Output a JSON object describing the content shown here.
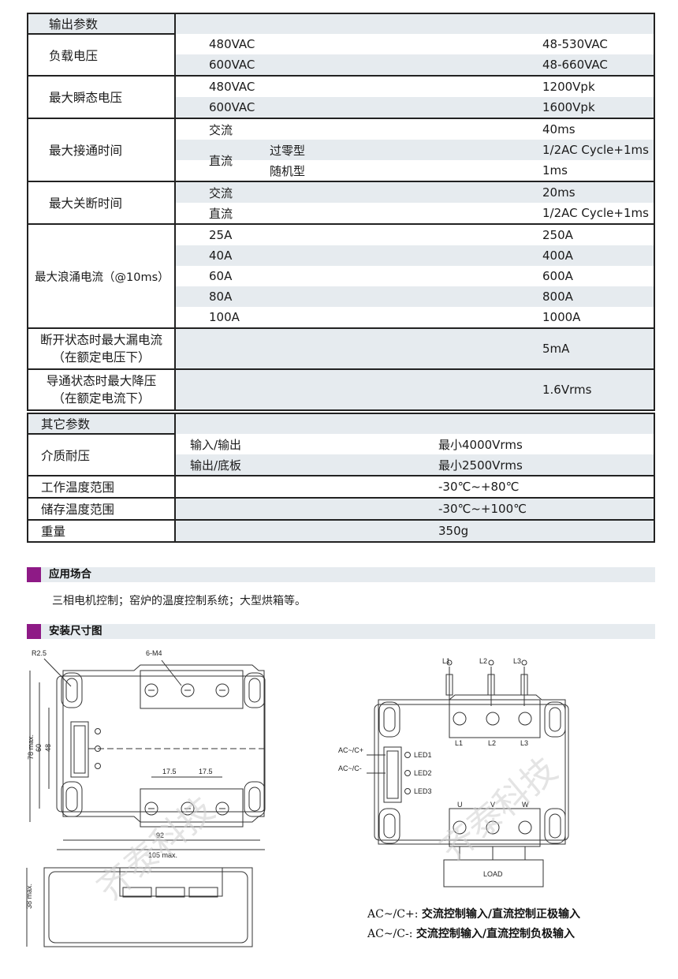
{
  "output_params": {
    "header": "输出参数",
    "load_voltage": {
      "label": "负载电压",
      "rows": [
        {
          "item": "480VAC",
          "value": "48-530VAC"
        },
        {
          "item": "600VAC",
          "value": "48-660VAC"
        }
      ]
    },
    "max_transient_voltage": {
      "label": "最大瞬态电压",
      "rows": [
        {
          "item": "480VAC",
          "value": "1200Vpk"
        },
        {
          "item": "600VAC",
          "value": "1600Vpk"
        }
      ]
    },
    "max_turn_on_time": {
      "label": "最大接通时间",
      "ac": "交流",
      "ac_value": "40ms",
      "dc": "直流",
      "zero_cross": "过零型",
      "zero_cross_value": "1/2AC Cycle+1ms",
      "random": "随机型",
      "random_value": "1ms"
    },
    "max_turn_off_time": {
      "label": "最大关断时间",
      "rows": [
        {
          "item": "交流",
          "value": "20ms"
        },
        {
          "item": "直流",
          "value": "1/2AC Cycle+1ms"
        }
      ]
    },
    "max_surge_current": {
      "label": "最大浪涌电流（@10ms）",
      "rows": [
        {
          "item": "25A",
          "value": "250A"
        },
        {
          "item": "40A",
          "value": "400A"
        },
        {
          "item": "60A",
          "value": "600A"
        },
        {
          "item": "80A",
          "value": "800A"
        },
        {
          "item": "100A",
          "value": "1000A"
        }
      ]
    },
    "off_leakage": {
      "label1": "断开状态时最大漏电流",
      "label2": "（在额定电压下）",
      "value": "5mA"
    },
    "on_drop": {
      "label1": "导通状态时最大降压",
      "label2": "（在额定电流下）",
      "value": "1.6Vrms"
    }
  },
  "other_params": {
    "header": "其它参数",
    "dielectric": {
      "label": "介质耐压",
      "rows": [
        {
          "item": "输入/输出",
          "value": "最小4000Vrms"
        },
        {
          "item": "输出/底板",
          "value": "最小2500Vrms"
        }
      ]
    },
    "operating_temp": {
      "label": "工作温度范围",
      "value": "-30℃~+80℃"
    },
    "storage_temp": {
      "label": "储存温度范围",
      "value": "-30℃~+100℃"
    },
    "weight": {
      "label": "重量",
      "value": "350g"
    }
  },
  "application": {
    "title": "应用场合",
    "text": "三相电机控制；窑炉的温度控制系统；大型烘箱等。"
  },
  "dimensions": {
    "title": "安装尺寸图",
    "labels": {
      "r25": "R2.5",
      "m4": "6-M4",
      "d78": "78 max.",
      "d60": "60",
      "d48": "48",
      "d175a": "17.5",
      "d175b": "17.5",
      "d92": "92",
      "d105": "105 max.",
      "d38": "38 max."
    },
    "watermark": "齐泰科技"
  },
  "wiring": {
    "l1": "L1",
    "l2": "L2",
    "l3": "L3",
    "l1b": "L1",
    "l2b": "L2",
    "l3b": "L3",
    "u": "U",
    "v": "V",
    "w": "W",
    "led1": "LED1",
    "led2": "LED2",
    "led3": "LED3",
    "acplus": "AC~/C+",
    "acminus": "AC~/C-",
    "load": "LOAD",
    "legend1_code": "AC~/C+:",
    "legend1_desc": "交流控制输入/直流控制正极输入",
    "legend2_code": "AC~/C-:",
    "legend2_desc": "交流控制输入/直流控制负极输入"
  }
}
